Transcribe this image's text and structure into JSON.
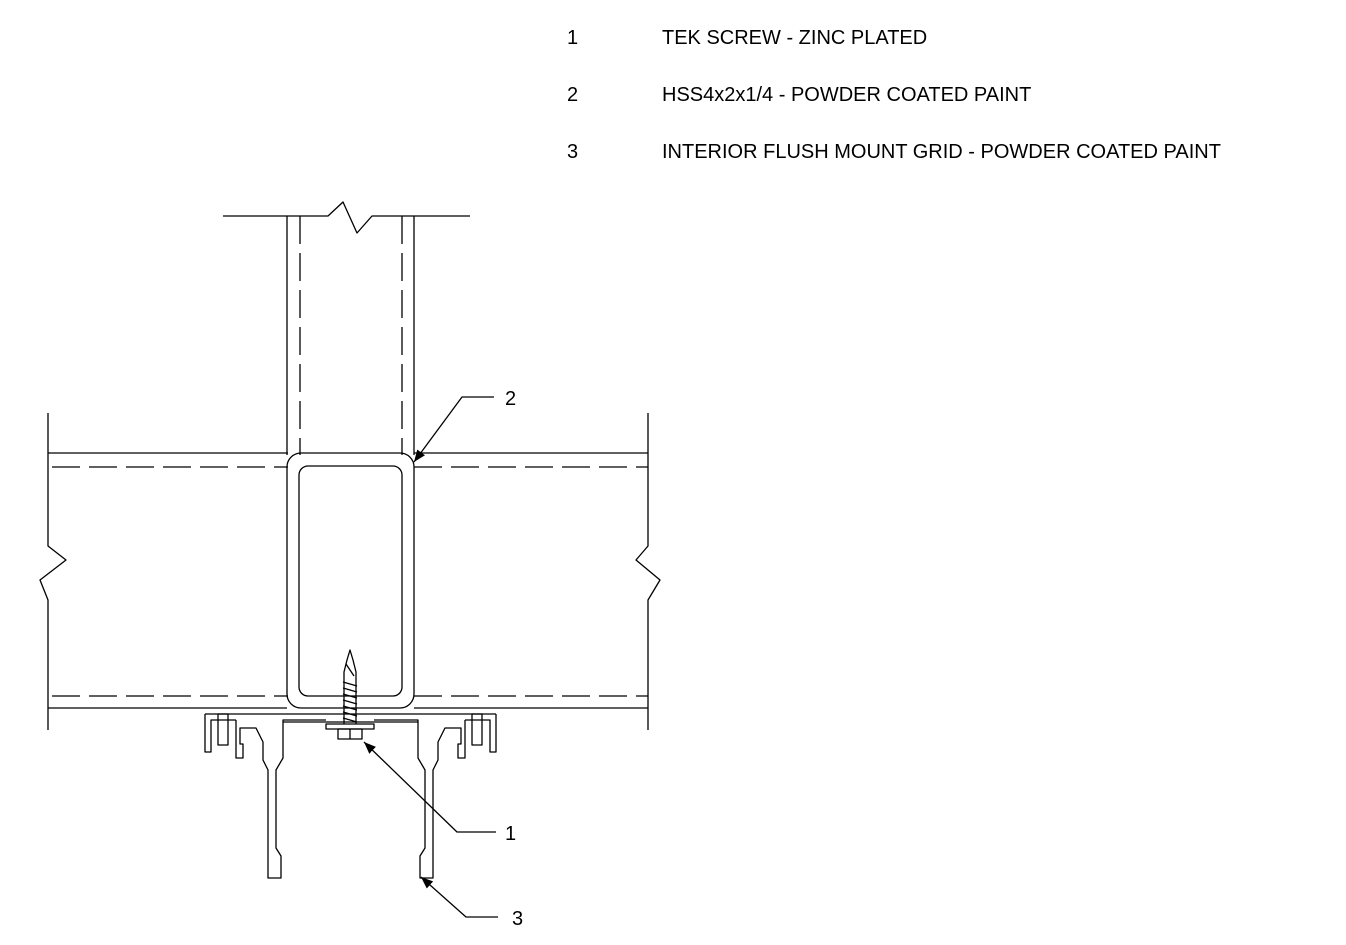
{
  "legend": [
    {
      "number": "1",
      "description": "TEK SCREW - ZINC PLATED"
    },
    {
      "number": "2",
      "description": "HSS4x2x1/4 - POWDER COATED PAINT"
    },
    {
      "number": "3",
      "description": "INTERIOR FLUSH MOUNT GRID - POWDER COATED PAINT"
    }
  ],
  "callouts": {
    "screw": "1",
    "hss_tube": "2",
    "grid": "3"
  },
  "colors": {
    "line": "#000000",
    "background": "#ffffff"
  }
}
